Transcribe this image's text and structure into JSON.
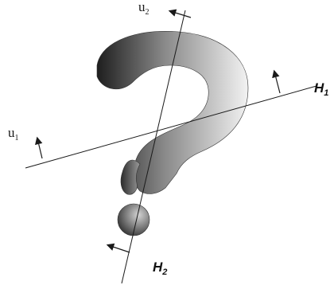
{
  "labels": {
    "u1_main": "u",
    "u1_sub": "1",
    "u2_main": "u",
    "u2_sub": "2",
    "h1_main": "H",
    "h1_sub": "1",
    "h2_main": "H",
    "h2_sub": "2"
  },
  "colors": {
    "line": "#1a1a1a",
    "shape_dark": "#1e1e1e",
    "shape_light": "#f2f2f2"
  }
}
